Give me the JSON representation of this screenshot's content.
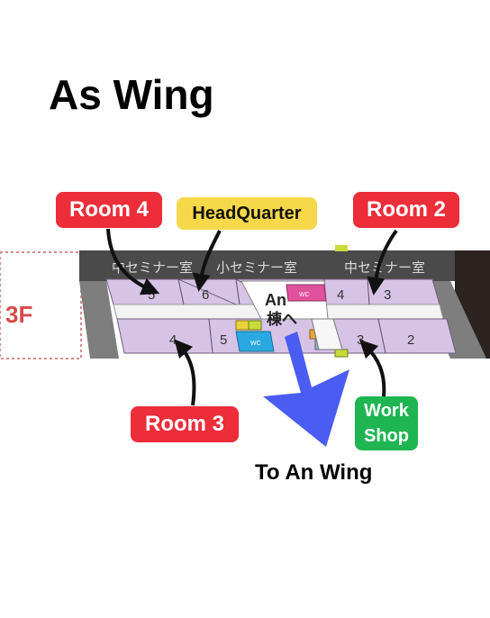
{
  "title": "As Wing",
  "floor_label": "3F",
  "map": {
    "room_names": {
      "left": "中セミナー室",
      "center": "小セミナー室",
      "right": "中セミナー室"
    },
    "room_numbers_top": [
      "5",
      "6",
      "4",
      "3"
    ],
    "room_numbers_bottom": [
      "4",
      "5",
      "3",
      "2"
    ],
    "center_label_line1": "An",
    "center_label_line2": "棟へ",
    "wc_label": "WC"
  },
  "callouts": {
    "room4": "Room 4",
    "headquarter": "HeadQuarter",
    "room2": "Room 2",
    "room3": "Room 3",
    "workshop_line1": "Work",
    "workshop_line2": "Shop"
  },
  "direction_caption": "To An Wing",
  "colors": {
    "callout_red": "#ec2d3a",
    "callout_yellow": "#f7d84a",
    "callout_green": "#1fb552",
    "direction_arrow": "#4a5cf2",
    "room_lavender": "#d6c3e6"
  }
}
